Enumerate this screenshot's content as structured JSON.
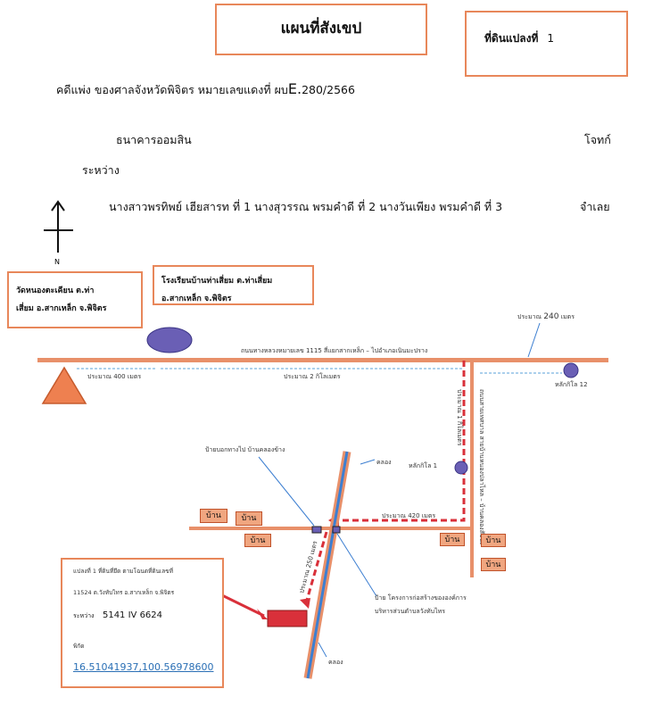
{
  "header": {
    "title": "แผนที่สังเขป",
    "parcel_label": "ที่ดินแปลงที่",
    "parcel_number": "1"
  },
  "case": {
    "line1": "คดีแพ่ง   ของศาลจังหวัดพิจิตร  หมายเลขแดงที่ ผบ",
    "case_no": "E.",
    "case_no2": "280/2566",
    "plaintiff": "ธนาคารออมสิน",
    "plaintiff_role": "โจทก์",
    "between": "ระหว่าง",
    "defendants": "นางสาวพรทิพย์  เฮียสารท  ที่ 1  นางสุวรรณ  พรมคำดี  ที่ 2  นางวันเพียง  พรมคำดี   ที่ 3",
    "defendant_role": "จำเลย"
  },
  "map": {
    "north": "N",
    "temple_line1": "วัดหนองตะเคียน ต.ท่า",
    "temple_line2": "เสี่ยม อ.สากเหล็ก จ.พิจิตร",
    "school_line1": "โรงเรียนบ้านท่าเสี่ยม  ต.ท่าเสี่ยม",
    "school_line2": "อ.สากเหล็ก  จ.พิจิตร",
    "highway": "ถนนทางหลวงหมายเลข  1115  สี่แยกสากเหล็ก – ไปอำเภอเนินมะปราง",
    "dist_400": "ประมาณ  400  เมตร",
    "dist_2km": "ประมาณ  2  กิโลเมตร",
    "dist_240_a": "ประมาณ",
    "dist_240_b": "240",
    "dist_240_c": "เมตร",
    "km12": "หลักกิโล   12",
    "km1": "หลักกิโล   1",
    "dist_1km": "ประมาณ  1  กิโลเมตร",
    "side_road": "ถนนสายเทศบาล  สายบ้านหนองปลาไหล – บ้านคลองสัปปะ",
    "sign_label": "ป้ายบอกทางไป  บ้านคลองข้าง",
    "canal_top": "คลอง",
    "canal_bottom": "คลอง",
    "dist_420": "ประมาณ  420  เมตร",
    "dist_250": "ประมาณ  250  เมตร",
    "house": "บ้าน",
    "project_sign_1": "ป้าย  โครงการก่อสร้างขององค์การ",
    "project_sign_2": "บริหารส่วนตำบลวังทับไทร",
    "info_1": "แปลงที่  1  ที่ดินที่ยึด  ตามโฉนดที่ดินเลขที่",
    "info_2": "11524  ต.วังทับไทร    อ.สากเหล็ก  จ.พิจิตร",
    "info_3_label": "ระหว่าง",
    "info_3_value": "5141 IV 6624",
    "info_4": "พิกัด",
    "coords": "16.51041937,100.56978600"
  },
  "colors": {
    "road": "#e8906a",
    "accent_red": "#d9303a",
    "canal_blue": "#3d7fd1",
    "marker": "#6a5fb5"
  }
}
